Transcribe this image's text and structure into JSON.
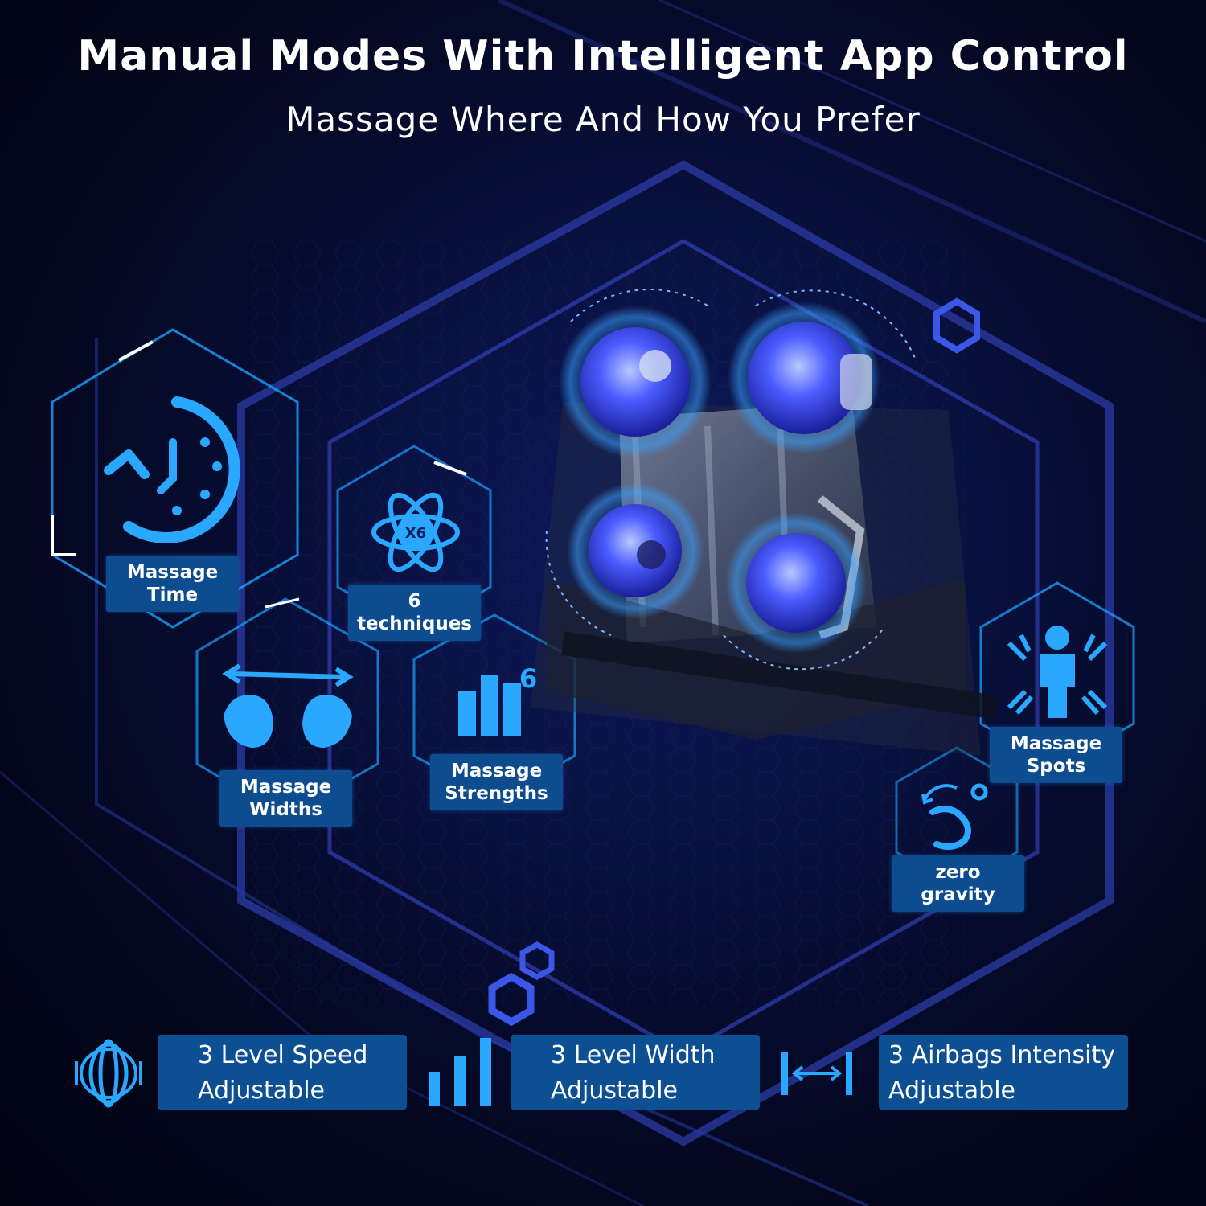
{
  "header": {
    "title": "Manual Modes With Intelligent App Control",
    "subtitle": "Massage Where And How You Prefer"
  },
  "features": {
    "massage_time": {
      "line1": "Massage",
      "line2": "Time",
      "icon": "clock-icon"
    },
    "techniques": {
      "line1": "6",
      "line2": "techniques",
      "icon": "atom-x6-icon"
    },
    "massage_widths": {
      "line1": "Massage",
      "line2": "Widths",
      "icon": "hands-width-icon"
    },
    "massage_strengths": {
      "line1": "Massage",
      "line2": "Strengths",
      "icon": "bars-strength-icon",
      "badge": "6"
    },
    "massage_spots": {
      "line1": "Massage",
      "line2": "Spots",
      "icon": "body-spots-icon"
    },
    "zero_gravity": {
      "line1": "zero",
      "line2": "gravity",
      "icon": "zero-gravity-icon"
    }
  },
  "atom_badge": "X6",
  "bottom": [
    {
      "line1": "3 Level Speed",
      "line2": "Adjustable",
      "icon": "sound-wave-icon"
    },
    {
      "line1": "3 Level Width",
      "line2": "Adjustable",
      "icon": "signal-bars-icon"
    },
    {
      "line1": "3 Airbags Intensity",
      "line2": "Adjustable",
      "icon": "width-arrow-icon"
    }
  ],
  "colors": {
    "accent": "#1e9bff",
    "label_bg": "#0d4d8f",
    "glow": "#3a6bff"
  }
}
